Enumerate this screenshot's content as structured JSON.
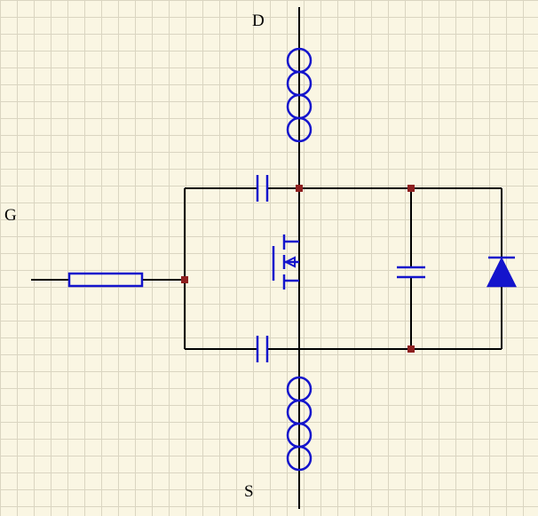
{
  "schematic": {
    "labels": {
      "drain": "D",
      "gate": "G",
      "source": "S"
    },
    "colors": {
      "background": "#FAF6E3",
      "grid_line": "#DAD5C1",
      "wire": "#000000",
      "component": "#1414CC",
      "junction_dot": "#8E1F1F",
      "label": "#000000"
    },
    "components": {
      "drain_inductor": "inductor",
      "source_inductor": "inductor",
      "gate_resistor": "resistor",
      "gate_drain_capacitor": "capacitor",
      "gate_source_capacitor": "capacitor",
      "drain_source_capacitor": "capacitor",
      "mosfet": "n-channel-mosfet",
      "body_diode": "diode"
    }
  }
}
